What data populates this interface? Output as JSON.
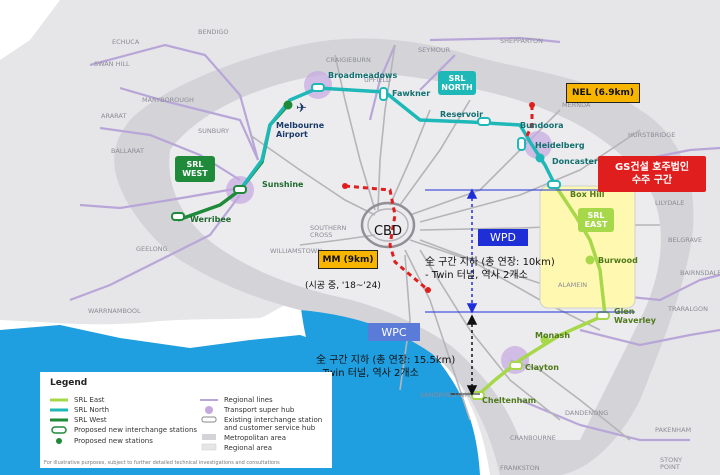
{
  "colors": {
    "water": "#1f9ee0",
    "land": "#e6e6e8",
    "srl_east": "#a6d84a",
    "srl_north": "#1fb8b8",
    "srl_west": "#1e8a3a",
    "regional": "#b9a6d8",
    "metro": "#a8a8a8",
    "red_dash": "#e01e1e",
    "blue_arrow": "#1e2fd8",
    "highlight": "#fff8b0"
  },
  "regional_towns": {
    "echuca": "ECHUCA",
    "bendigo": "BENDIGO",
    "swan_hill": "SWAN HILL",
    "maryborough": "MARYBOROUGH",
    "ararat": "ARARAT",
    "ballarat": "BALLARAT",
    "geelong": "GEELONG",
    "warrnambool": "WARRNAMBOOL",
    "seymour": "SEYMOUR",
    "shepparton": "SHEPPARTON",
    "craigieburn": "CRAIGIEBURN",
    "sunbury": "SUNBURY",
    "upfield": "UPFIELD",
    "mernda": "MERNDA",
    "hurstbridge": "HURSTBRIDGE",
    "belgrave": "BELGRAVE",
    "bairnsdale": "BAIRNSDALE",
    "traralgon": "TRARALGON",
    "southern_cross": "SOUTHERN\nCROSS",
    "williamstown": "WILLIAMSTOWN",
    "alamein": "ALAMEIN",
    "sandringham": "SANDRINGHAM",
    "dandenong": "DANDENONG",
    "cranbourne": "CRANBOURNE",
    "frankston": "FRANKSTON",
    "pakenham": "PAKENHAM",
    "stony_point": "STONY\nPOINT",
    "lilydale": "LILYDALE"
  },
  "stations": {
    "broadmeadows": "Broadmeadows",
    "fawkner": "Fawkner",
    "reservoir": "Reservoir",
    "bundoora": "Bundoora",
    "heidelberg": "Heidelberg",
    "doncaster": "Doncaster",
    "box_hill": "Box Hill",
    "burwood": "Burwood",
    "glen_waverley": "Glen\nWaverley",
    "monash": "Monash",
    "clayton": "Clayton",
    "cheltenham": "Cheltenham",
    "sunshine": "Sunshine",
    "werribee": "Werribee",
    "melbourne_airport": "Melbourne\nAirport"
  },
  "line_badges": {
    "srl_north": "SRL\nNORTH",
    "srl_west": "SRL\nWEST",
    "srl_east": "SRL\nEAST"
  },
  "callouts": {
    "nel": "NEL (6.9km)",
    "gs": "GS건설 호주법인\n수주 구간",
    "cbd": "CBD",
    "mm": "MM (9km)",
    "mm_note": "(시공 중, '18~'24)",
    "wpd": "WPD",
    "wpc": "WPC",
    "wpd_desc_1": "全 구간 지하 (총 연장: 10km)",
    "wpd_desc_2": "- Twin 터널, 역사 2개소",
    "wpc_desc_1": "全 구간 지하 (총 연장: 15.5km)",
    "wpc_desc_2": "- Twin 터널, 역사 2개소"
  },
  "legend": {
    "title": "Legend",
    "col1": [
      "SRL East",
      "SRL North",
      "SRL West",
      "Proposed new interchange stations",
      "Proposed new stations"
    ],
    "col2": [
      "Regional lines",
      "Transport super hub",
      "Existing interchange station\nand customer service hub",
      "Metropolitan area",
      "Regional area"
    ]
  },
  "footnote": "For illustrative purposes, subject to further detailed technical investigations and consultations"
}
